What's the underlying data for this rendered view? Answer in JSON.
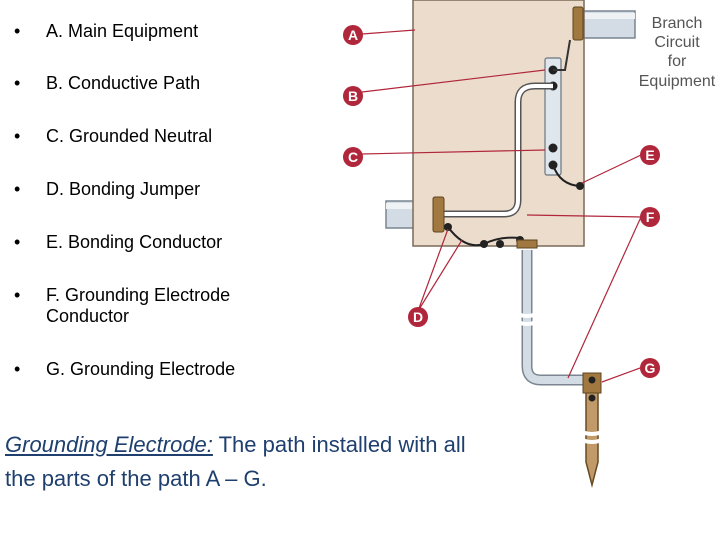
{
  "legend": {
    "bullet": "•",
    "items": [
      {
        "text": "A.  Main Equipment"
      },
      {
        "text": "B.  Conductive Path"
      },
      {
        "text": "C.  Grounded Neutral"
      },
      {
        "text": "D.  Bonding  Jumper"
      },
      {
        "text": "E.  Bonding Conductor"
      },
      {
        "text": "F.  Grounding Electrode",
        "text2": "Conductor"
      },
      {
        "text": "G.  Grounding Electrode"
      }
    ]
  },
  "definition": {
    "term": "Grounding Electrode:",
    "body_line1": "  The path installed with all",
    "body_line2": "the parts of the path A – G."
  },
  "diagram": {
    "branch_label": [
      "Branch",
      "Circuit",
      "for",
      "Equipment"
    ],
    "markers": {
      "A": "A",
      "B": "B",
      "C": "C",
      "D": "D",
      "E": "E",
      "F": "F",
      "G": "G"
    },
    "colors": {
      "marker": "#b0263a",
      "panel": "#ecdccb",
      "pipe": "#cfd8e0",
      "strap": "#a07840"
    }
  }
}
